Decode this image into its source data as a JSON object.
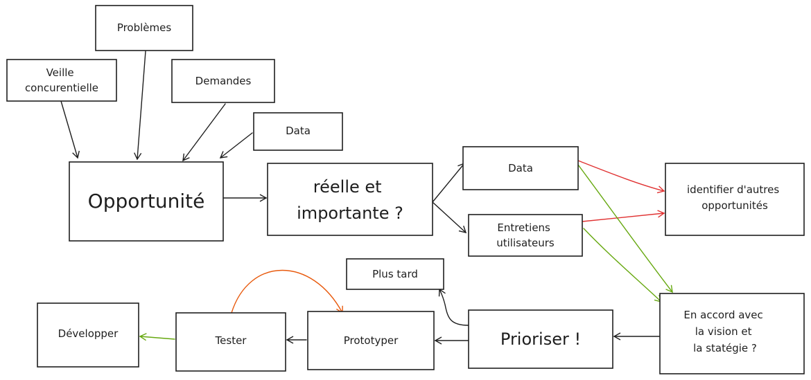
{
  "nodes": {
    "veille": [
      "Veille",
      "concurentielle"
    ],
    "problemes": [
      "Problèmes"
    ],
    "demandes": [
      "Demandes"
    ],
    "data_top": [
      "Data"
    ],
    "opportunite": [
      "Opportunité"
    ],
    "reelle": [
      "réelle et",
      "importante ?"
    ],
    "data_mid": [
      "Data"
    ],
    "entretiens": [
      "Entretiens",
      "utilisateurs"
    ],
    "identifier": [
      "identifier d'autres",
      "opportunités"
    ],
    "plus_tard": [
      "Plus tard"
    ],
    "prioriser": [
      "Prioriser !"
    ],
    "accord": [
      "En accord avec",
      "la vision et",
      "la statégie ?"
    ],
    "developper": [
      "Développer"
    ],
    "tester": [
      "Tester"
    ],
    "prototyper": [
      "Prototyper"
    ]
  },
  "colors": {
    "ink": "#1e1e1e",
    "red": "#e03131",
    "green": "#66a80f",
    "orange": "#e8590c"
  }
}
